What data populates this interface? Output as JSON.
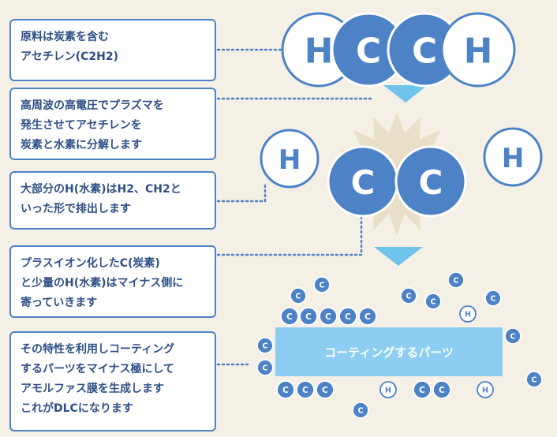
{
  "steps": [
    {
      "text": "原料は炭素を含む\nアセチレン(C2H2)"
    },
    {
      "text": "高周波の高電圧でプラズマを\n発生させてアセチレンを\n炭素と水素に分解します"
    },
    {
      "text": "大部分のH(水素)はH2、CH2と\nいった形で排出します"
    },
    {
      "text": "プラスイオン化したC(炭素)\nと少量のH(水素)はマイナス側に\n寄っていきます"
    },
    {
      "text": "その特性を利用しコーティング\nするパーツをマイナス極にして\nアモルファス膜を生成します\nこれがDLCになります"
    }
  ],
  "atoms": {
    "carbon": "C",
    "hydrogen": "H"
  },
  "part": {
    "label": "コーティングするパーツ"
  },
  "colors": {
    "carbon_fill": "#4d83c6",
    "hydrogen_fill": "#ffffff",
    "outline": "#4d83c6",
    "arrow": "#6fc3ec",
    "burst": "#e7dfc7",
    "part": "#8dcdf1",
    "background": "#f4f0e6"
  }
}
